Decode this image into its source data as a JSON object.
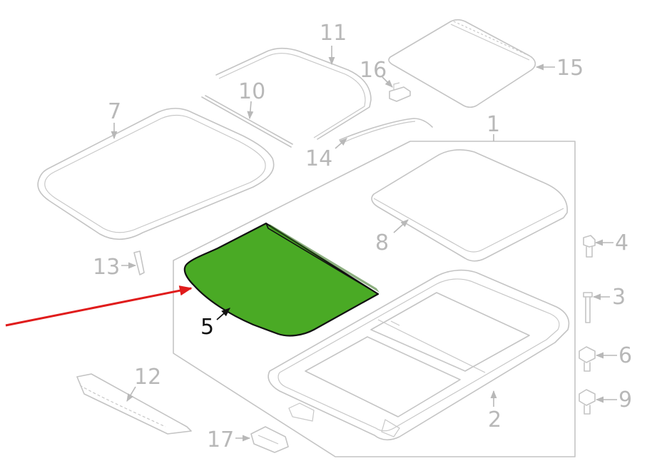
{
  "diagram": {
    "colors": {
      "line": "#c4c4c4",
      "label": "#b8b8b8",
      "highlight_fill": "#4aaa25",
      "highlight_stroke": "#111111",
      "pointer": "#e01b1b"
    },
    "highlighted_part": "5",
    "labels": {
      "p1": "1",
      "p2": "2",
      "p3": "3",
      "p4": "4",
      "p5": "5",
      "p6": "6",
      "p7": "7",
      "p8": "8",
      "p9": "9",
      "p10": "10",
      "p11": "11",
      "p12": "12",
      "p13": "13",
      "p14": "14",
      "p15": "15",
      "p16": "16",
      "p17": "17"
    }
  }
}
